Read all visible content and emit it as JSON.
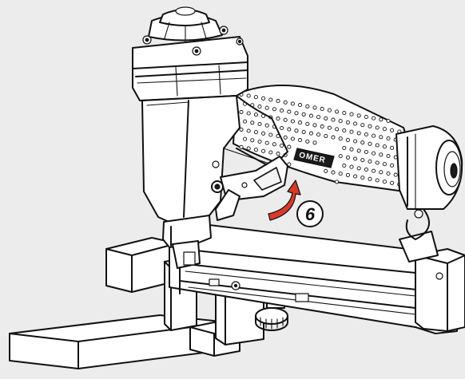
{
  "figure": {
    "step_number": "6",
    "brand_label": "OMER",
    "colors": {
      "background": "#ececec",
      "line": "#111111",
      "body_fill": "#ffffff",
      "arrow": "#d93a2b",
      "label_plate": "#1a1a1a"
    },
    "icons": {
      "action_arrow": "curved-rotation-arrow"
    }
  }
}
